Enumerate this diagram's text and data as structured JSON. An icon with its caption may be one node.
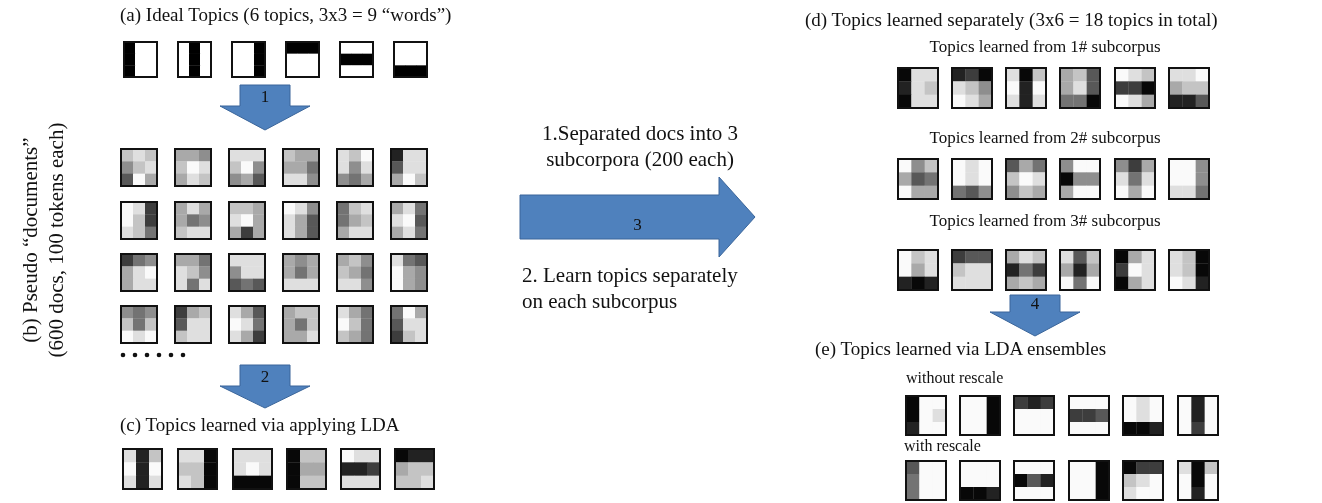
{
  "diagram": {
    "nodes": [
      {
        "text": [
          "(a) Ideal Topics (6 topics, 3x3 = 9 “words”)"
        ]
      },
      {
        "text": [
          "(b) Pseudo “documents”",
          "(600 docs, 100 tokens each)"
        ]
      },
      {
        "text": [
          "(c) Topics learned via applying LDA"
        ]
      },
      {
        "text": [
          "(d) Topics learned separately (3x6 = 18 topics in total)",
          "Topics learned from 1# subcorpus",
          "Topics learned from 2# subcorpus",
          "Topics learned from 3# subcorpus"
        ]
      },
      {
        "text": [
          "(e) Topics learned via LDA ensembles",
          "without rescale",
          "with rescale"
        ]
      }
    ],
    "edges": [
      {
        "from": 0,
        "to": 1,
        "arrow": "to",
        "label": "1"
      },
      {
        "from": 1,
        "to": 2,
        "arrow": "to",
        "label": "2"
      },
      {
        "from": 1,
        "to": 3,
        "arrow": "to",
        "label": "3"
      },
      {
        "from": 3,
        "to": 4,
        "arrow": "to",
        "label": "4"
      }
    ],
    "labels": [
      "1.Separated docs into 3 subcorpora (200 each)",
      "2. Learn topics separately on each subcorpus"
    ]
  }
}
